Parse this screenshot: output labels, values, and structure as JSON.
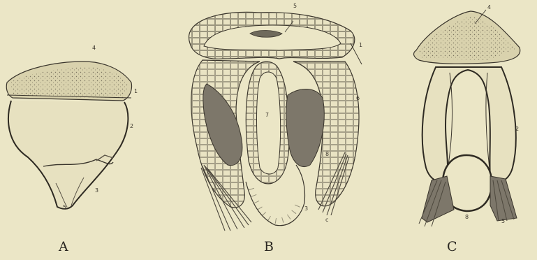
{
  "panels": [
    {
      "letter": "A"
    },
    {
      "letter": "B"
    },
    {
      "letter": "C"
    }
  ],
  "labels": {
    "a_4": "4",
    "a_1": "1",
    "a_2": "2",
    "a_3": "3",
    "a_5": "5",
    "b_5": "5",
    "b_1": "1",
    "b_6": "6",
    "b_7": "7",
    "b_8": "8",
    "b_3": "3",
    "b_c": "c",
    "c_4": "4",
    "c_2": "2",
    "c_8": "8",
    "c_5": "5"
  },
  "colors": {
    "background": "#ebe6c6",
    "ink": "#3a352c",
    "cap_fill": "#d9d2ad",
    "muscle": "#7d776a"
  }
}
